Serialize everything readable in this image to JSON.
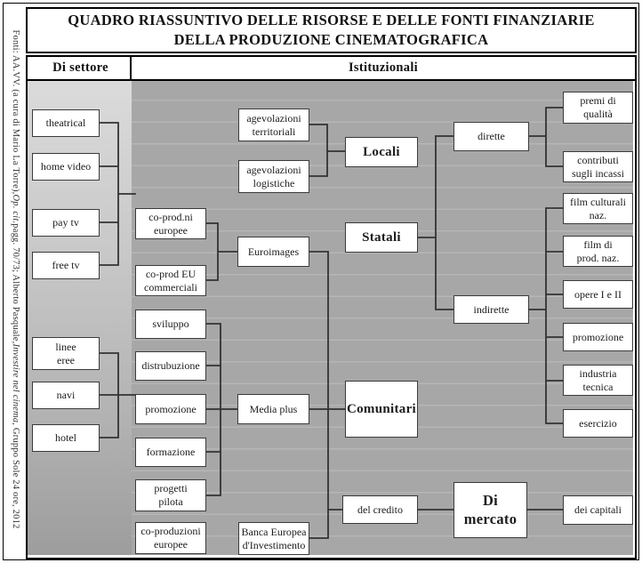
{
  "title": {
    "line1": "QUADRO RIASSUNTIVO DELLE RISORSE E DELLE FONTI FINANZIARIE",
    "line2": "DELLA PRODUZIONE CINEMATOGRAFICA"
  },
  "columns": {
    "sector": "Di settore",
    "institutional": "Istituzionali"
  },
  "source_note": {
    "seg1": "Fonti: AA.VV. (a cura di Mario La Torre), ",
    "seg2": "Op. cit.",
    "seg3": " pagg. 70/73; Alberto Pasquale, ",
    "seg4": "Investire nel cinema",
    "seg5": ", Gruppo Sole 24 ore, 2012"
  },
  "nodes": {
    "theatrical": "theatrical",
    "home_video": "home video",
    "pay_tv": "pay tv",
    "free_tv": "free tv",
    "linee_eree": "linee\neree",
    "navi": "navi",
    "hotel": "hotel",
    "coprodni_europee": "co-prod.ni\neuropee",
    "coprod_eu_commerciali": "co-prod EU\ncommerciali",
    "sviluppo": "sviluppo",
    "distrubuzione": "distrubuzione",
    "promozione_media": "promozione",
    "formazione": "formazione",
    "progetti_pilota": "progetti\npilota",
    "coproduzioni_europee": "co-produzioni\neuropee",
    "agevolazioni_territoriali": "agevolazioni\nterritoriali",
    "agevolazioni_logistiche": "agevolazioni\nlogistiche",
    "euroimages": "Euroimages",
    "media_plus": "Media plus",
    "banca_europea": "Banca Europea\nd'Investimento",
    "locali": "Locali",
    "statali": "Statali",
    "comunitari": "Comunitari",
    "del_credito": "del credito",
    "di_mercato": "Di mercato",
    "dirette": "dirette",
    "indirette": "indirette",
    "premi_qualita": "premi di\nqualità",
    "contributi_incassi": "contributi\nsugli incassi",
    "film_culturali": "film culturali\nnaz.",
    "film_prod_naz": "film di\nprod. naz.",
    "opere": "opere I e II",
    "promozione_ind": "promozione",
    "industria_tecnica": "industria\ntecnica",
    "esercizio": "esercizio",
    "dei_capitali": "dei capitali"
  },
  "sector_groups": [
    {
      "members": [
        "theatrical",
        "home video",
        "pay tv",
        "free tv"
      ]
    },
    {
      "members": [
        "linee eree",
        "navi",
        "hotel"
      ]
    }
  ],
  "edges": [
    [
      "coprodni_europee",
      "euroimages"
    ],
    [
      "coprod_eu_commerciali",
      "euroimages"
    ],
    [
      "sviluppo",
      "media_plus"
    ],
    [
      "distrubuzione",
      "media_plus"
    ],
    [
      "promozione_media",
      "media_plus"
    ],
    [
      "formazione",
      "media_plus"
    ],
    [
      "progetti_pilota",
      "media_plus"
    ],
    [
      "coproduzioni_europee",
      "banca_europea"
    ],
    [
      "euroimages",
      "comunitari"
    ],
    [
      "media_plus",
      "comunitari"
    ],
    [
      "banca_europea",
      "comunitari"
    ],
    [
      "agevolazioni_territoriali",
      "locali"
    ],
    [
      "agevolazioni_logistiche",
      "locali"
    ],
    [
      "statali",
      "dirette"
    ],
    [
      "statali",
      "indirette"
    ],
    [
      "dirette",
      "premi_qualita"
    ],
    [
      "dirette",
      "contributi_incassi"
    ],
    [
      "indirette",
      "film_culturali"
    ],
    [
      "indirette",
      "film_prod_naz"
    ],
    [
      "indirette",
      "opere"
    ],
    [
      "indirette",
      "promozione_ind"
    ],
    [
      "indirette",
      "industria_tecnica"
    ],
    [
      "indirette",
      "esercizio"
    ],
    [
      "del_credito",
      "di_mercato"
    ],
    [
      "di_mercato",
      "dei_capitali"
    ]
  ],
  "colors": {
    "frame": "#000000",
    "node_border": "#3b3b3b",
    "wire": "#333333",
    "sector_bg_top": "#dbdbdb",
    "sector_bg_bottom": "#9d9d9d",
    "institutional_bg": "#a7a7a7"
  }
}
